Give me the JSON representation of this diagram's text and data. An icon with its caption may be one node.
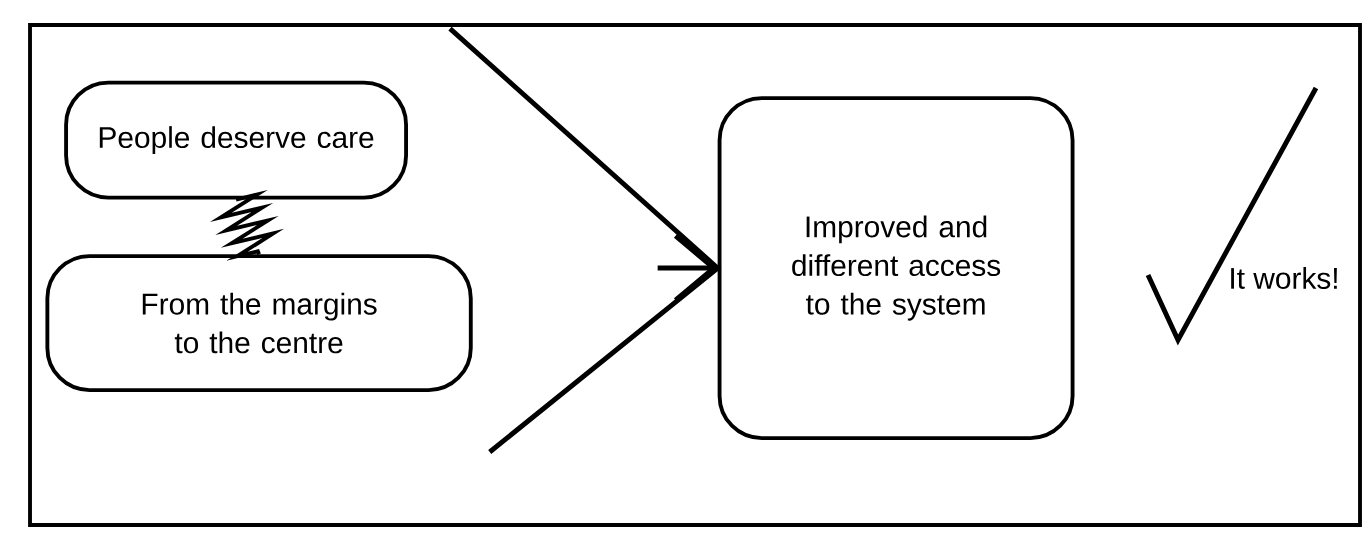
{
  "diagram": {
    "nodes": [
      {
        "text": [],
        "shape": "box"
      },
      {
        "text": [
          "People deserve care"
        ],
        "in": 0
      },
      {
        "text": [
          "From the margins to the centre"
        ],
        "in": 0
      },
      {
        "text": [
          "Improved and different access to the system"
        ],
        "in": 0
      }
    ],
    "edges": [
      {
        "from": 1,
        "to": 2,
        "arrow": "none"
      },
      {
        "from": 1,
        "to": 3,
        "arrow": "to"
      },
      {
        "from": 2,
        "to": 3,
        "arrow": "to"
      }
    ],
    "labels": [
      "It works!"
    ]
  }
}
